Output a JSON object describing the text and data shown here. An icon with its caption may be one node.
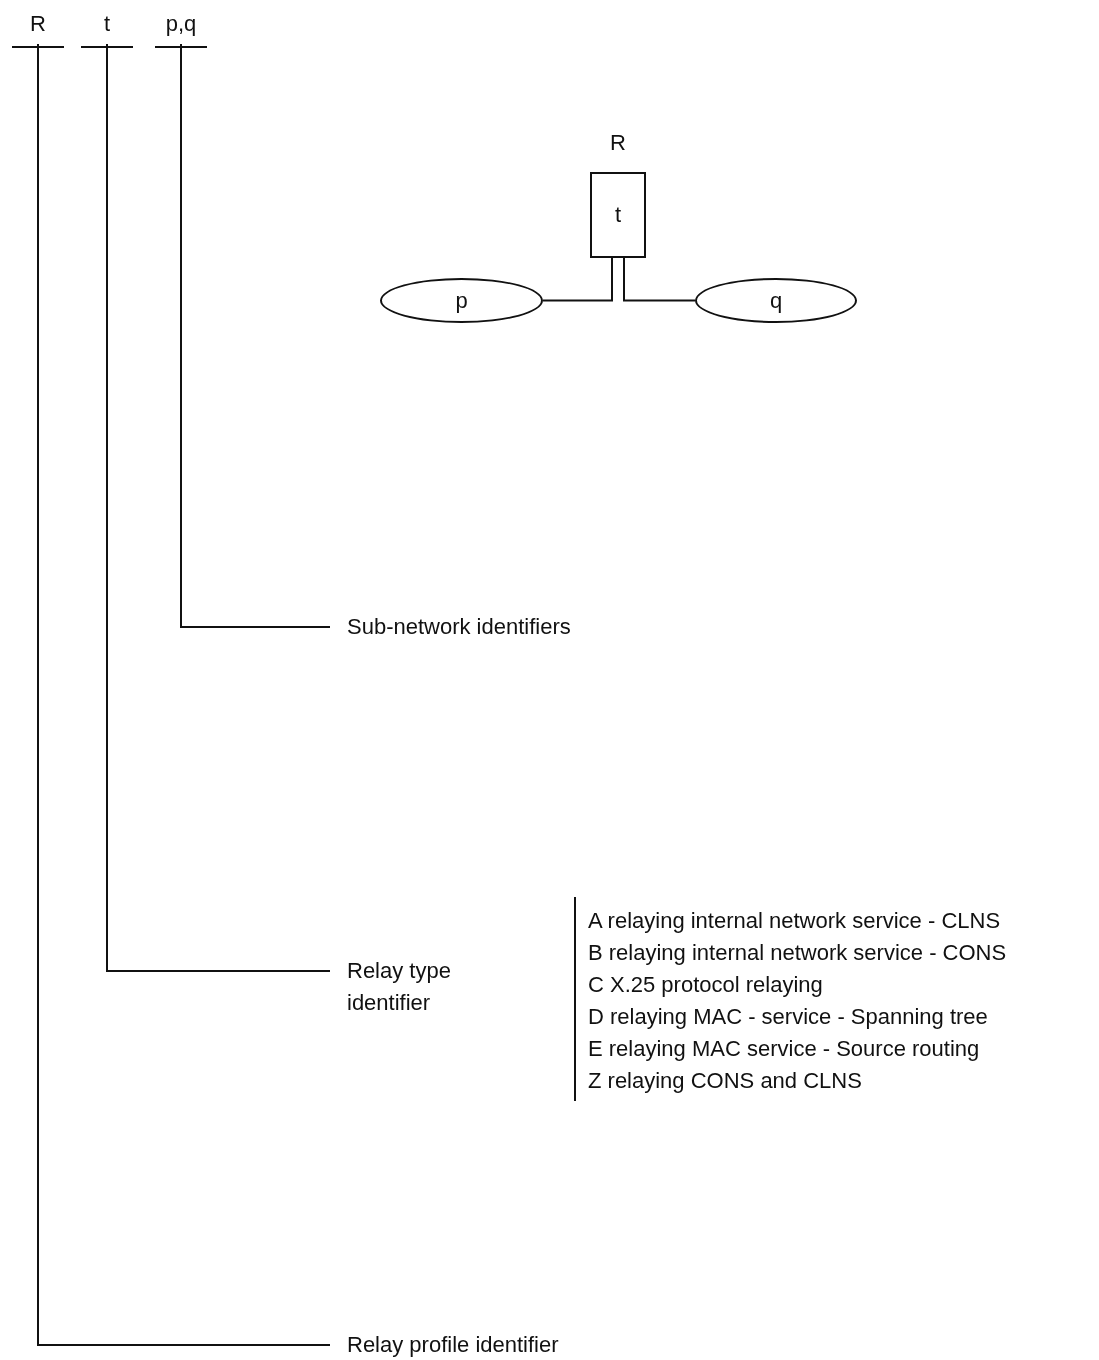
{
  "diagram": {
    "nodes": [
      {
        "text": [
          "R"
        ]
      },
      {
        "text": [
          "t"
        ]
      },
      {
        "text": [
          "p,q"
        ]
      },
      {
        "text": [
          "Sub-network identifiers"
        ]
      },
      {
        "text": [
          "Relay type identifier"
        ]
      },
      {
        "text": [
          "Relay profile identifier"
        ]
      },
      {
        "text": [
          "R",
          "t"
        ]
      },
      {
        "text": [
          "p"
        ]
      },
      {
        "text": [
          "q"
        ]
      }
    ],
    "edges": [
      {
        "from": 2,
        "to": 3,
        "arrow": "none"
      },
      {
        "from": 1,
        "to": 4,
        "arrow": "none"
      },
      {
        "from": 0,
        "to": 5,
        "arrow": "none"
      },
      {
        "from": 7,
        "to": 6,
        "arrow": "none"
      },
      {
        "from": 6,
        "to": 8,
        "arrow": "none"
      }
    ],
    "labels": [
      "A relaying internal network service - CLNS",
      "B relaying internal network service - CONS",
      "C X.25 protocol relaying",
      "D relaying MAC - service - Spanning tree",
      "E relaying MAC service - Source routing",
      "Z relaying CONS and CLNS"
    ]
  }
}
